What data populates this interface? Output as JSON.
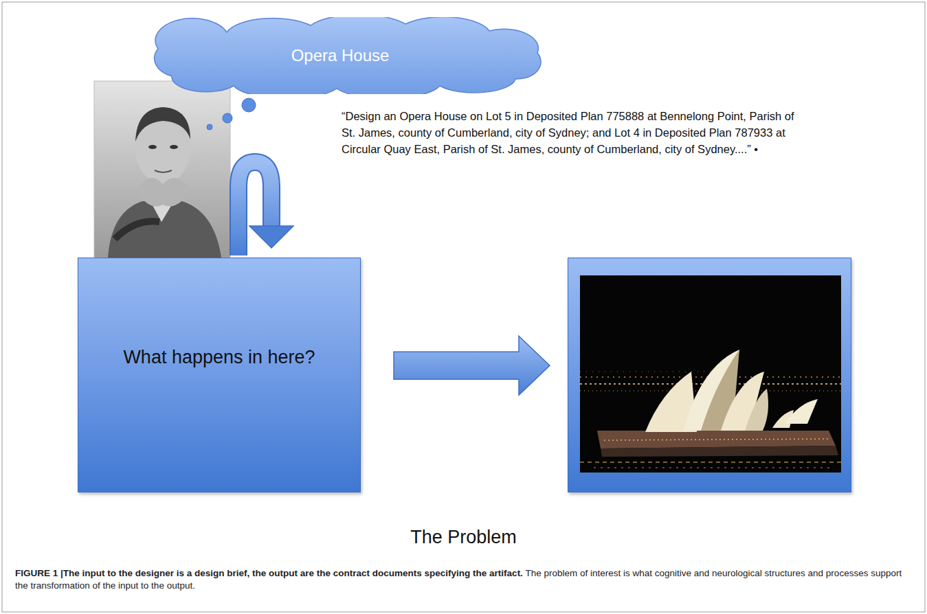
{
  "diagram": {
    "caption": "FIGURE 1 |The input to the designer is a design brief, the output are the contract documents specifying the artifact. The problem of interest is what cognitive and neurological structures and processes support the transformation of the input to the output.",
    "nodes": [
      {
        "text": [
          "Opera House"
        ]
      },
      {
        "text": [
          "What happens in here?"
        ]
      },
      {
        "text": []
      }
    ],
    "edges": [
      {
        "from": 1,
        "to": 2,
        "arrow": "to"
      }
    ],
    "labels": [
      "“Design an Opera House on Lot 5 in Deposited Plan 775888 at Bennelong Point, Parish of St. James, county of Cumberland, city of Sydney; and Lot 4 in Deposited Plan 787933 at Circular Quay East, Parish of St. James, county of Cumberland, city of Sydney....” •",
      "The Problem"
    ]
  }
}
